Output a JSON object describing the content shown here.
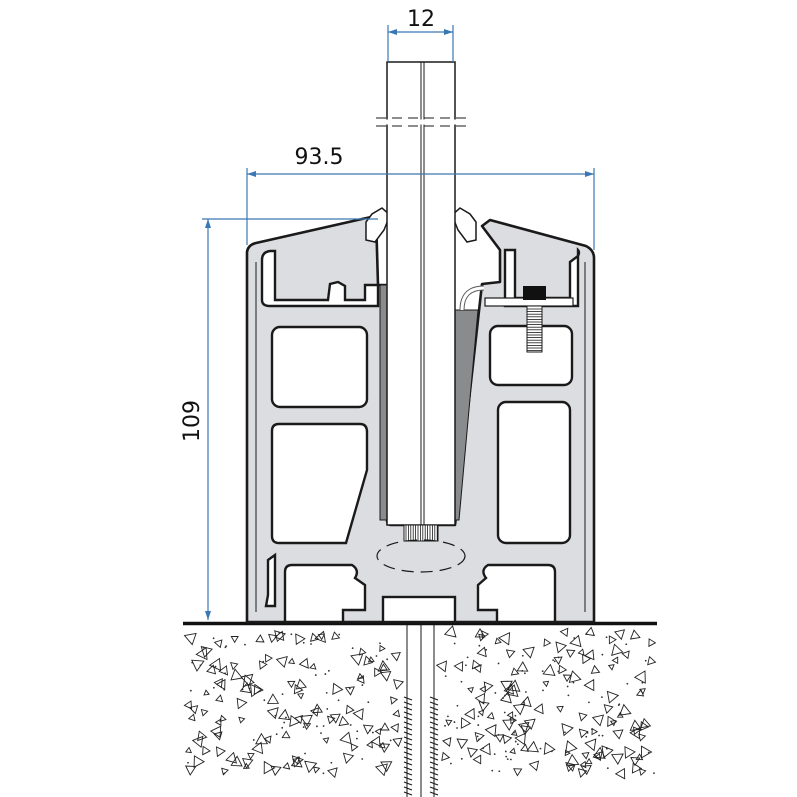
{
  "dimensions": {
    "glass_thickness": "12",
    "profile_width": "93.5",
    "profile_height": "109"
  },
  "colors": {
    "dimension_line": "#3a78b5",
    "profile_fill": "#dcdde0",
    "gasket_fill": "#8a8b8d",
    "outline": "#1a1a1a"
  }
}
